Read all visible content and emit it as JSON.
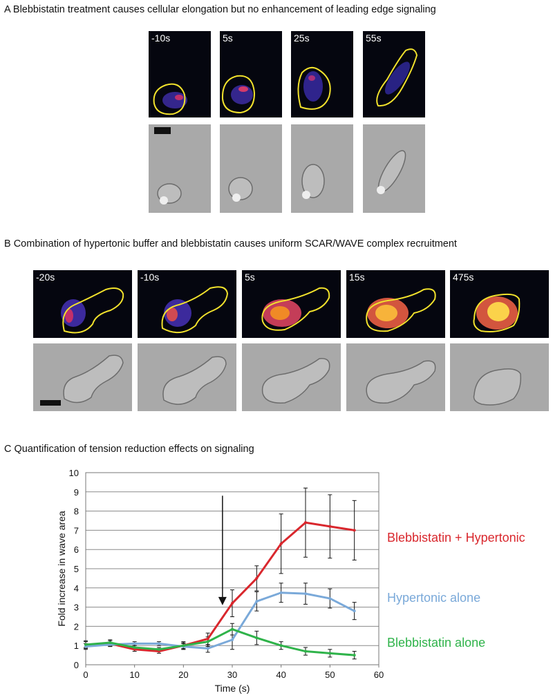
{
  "panel_a": {
    "heading": "A  Blebbistatin treatment causes cellular elongation but no enhancement of leading edge signaling",
    "timepoints": [
      "-10s",
      "5s",
      "25s",
      "55s"
    ]
  },
  "panel_b": {
    "heading": "B  Combination of hypertonic buffer and blebbistatin causes uniform SCAR/WAVE complex recruitment",
    "timepoints": [
      "-20s",
      "-10s",
      "5s",
      "15s",
      "475s"
    ]
  },
  "panel_c": {
    "heading": "C  Quantification of tension reduction effects on signaling"
  },
  "colors": {
    "outline": "#f2e22c",
    "red": "#d9272d",
    "blue": "#7aa9d9",
    "green": "#2fb34a"
  },
  "chart_data": {
    "type": "line",
    "xlabel": "Time (s)",
    "ylabel": "Fold increase in wave area",
    "xlim": [
      0,
      60
    ],
    "ylim": [
      0,
      10
    ],
    "xticks": [
      "0",
      "10",
      "20",
      "30",
      "40",
      "50",
      "60"
    ],
    "yticks": [
      "0",
      "1",
      "2",
      "3",
      "4",
      "5",
      "6",
      "7",
      "8",
      "9",
      "10"
    ],
    "grid": true,
    "legend": "right",
    "annotation": {
      "type": "arrow",
      "x": 28,
      "from_y": 8.8,
      "to_y": 3.1
    },
    "x": [
      0,
      5,
      10,
      15,
      20,
      25,
      30,
      35,
      40,
      45,
      50,
      55
    ],
    "series": [
      {
        "name": "Blebbistatin + Hypertonic",
        "color": "#d9272d",
        "values": [
          1.05,
          1.1,
          0.8,
          0.7,
          1.0,
          1.35,
          3.2,
          4.5,
          6.3,
          7.4,
          7.2,
          7.0
        ],
        "errors": [
          0.2,
          0.15,
          0.1,
          0.1,
          0.2,
          0.3,
          0.7,
          0.65,
          1.55,
          1.8,
          1.65,
          1.55
        ]
      },
      {
        "name": "Hypertonic alone",
        "color": "#7aa9d9",
        "values": [
          0.95,
          1.05,
          1.1,
          1.1,
          0.95,
          0.85,
          1.3,
          3.3,
          3.75,
          3.7,
          3.45,
          2.8
        ],
        "errors": [
          0.15,
          0.1,
          0.1,
          0.1,
          0.15,
          0.2,
          0.5,
          0.5,
          0.5,
          0.55,
          0.5,
          0.45
        ]
      },
      {
        "name": "Blebbistatin alone",
        "color": "#2fb34a",
        "values": [
          1.05,
          1.15,
          0.9,
          0.8,
          1.0,
          1.2,
          1.85,
          1.4,
          1.0,
          0.7,
          0.6,
          0.5
        ],
        "errors": [
          0.15,
          0.15,
          0.1,
          0.1,
          0.15,
          0.25,
          0.3,
          0.35,
          0.2,
          0.2,
          0.2,
          0.2
        ]
      }
    ]
  }
}
